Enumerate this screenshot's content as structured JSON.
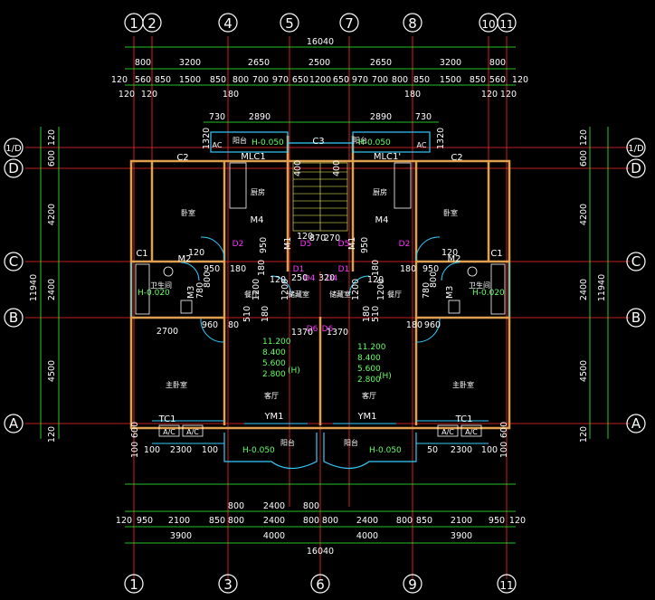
{
  "axes": {
    "top": [
      "1",
      "2",
      "4",
      "5",
      "7",
      "8",
      "10",
      "11"
    ],
    "bottom": [
      "1",
      "3",
      "6",
      "9",
      "11"
    ],
    "left": [
      "1/D",
      "D",
      "C",
      "B",
      "A"
    ],
    "right": [
      "1/D",
      "D",
      "C",
      "B",
      "A"
    ]
  },
  "dims": {
    "total_top": "16040",
    "total_bottom": "16040",
    "top_row1": [
      "800",
      "3200",
      "2650",
      "2500",
      "2650",
      "3200",
      "800"
    ],
    "top_row2": [
      "120",
      "560",
      "850",
      "1500",
      "850",
      "800",
      "700",
      "970",
      "650",
      "1200",
      "650",
      "970",
      "700",
      "800",
      "850",
      "1500",
      "850",
      "560",
      "120"
    ],
    "top_row3": [
      "120",
      "120",
      "180",
      "180",
      "120",
      "120"
    ],
    "top_row4": [
      "730",
      "2890",
      "2890",
      "730"
    ],
    "bottom_row1": [
      "800",
      "2400",
      "800"
    ],
    "bottom_row2": [
      "120",
      "950",
      "2100",
      "850",
      "800",
      "2400",
      "800",
      "800",
      "2400",
      "800",
      "850",
      "2100",
      "950",
      "120"
    ],
    "bottom_row3": [
      "3900",
      "4000",
      "4000",
      "3900"
    ],
    "bottom_above": [
      "100",
      "2300",
      "100",
      "50",
      "2300",
      "100"
    ],
    "left_total": "11940",
    "left_segments": [
      "120",
      "600",
      "4200",
      "2400",
      "4500",
      "120"
    ],
    "right_total": "11940",
    "right_segments": [
      "120",
      "600",
      "4200",
      "2400",
      "4500",
      "120"
    ]
  },
  "rooms": {
    "bedroom_left": "卧室",
    "bedroom_right": "卧室",
    "kitchen_left": "厨房",
    "kitchen_right": "厨房",
    "bath_left": "卫生间",
    "bath_right": "卫生间",
    "storage_left": "储藏室",
    "storage_right": "储藏室",
    "dining_left": "餐厅",
    "dining_right": "餐厅",
    "master_left": "主卧室",
    "master_right": "主卧室",
    "living_left": "客厅",
    "living_right": "客厅",
    "balcony_top_left": "阳台",
    "balcony_top_right": "阳台",
    "balcony_bot_left": "阳台",
    "balcony_bot_right": "阳台"
  },
  "labels": {
    "c3": "C3",
    "c2_l": "C2",
    "c2_r": "C2",
    "c1_l": "C1",
    "c1_r": "C1",
    "mlc1_l": "MLC1",
    "mlc1_r": "MLC1'",
    "m4_l": "M4",
    "m4_r": "M4",
    "m2_l": "M2",
    "m2_r": "M2",
    "m3_l": "M3",
    "m3_r": "M3",
    "m1_l": "M1",
    "m1_r": "M1",
    "tc1_l": "TC1",
    "tc1_r": "TC1",
    "ym1_l": "YM1",
    "ym1_r": "YM1",
    "ac_top_l": "AC",
    "ac_top_r": "AC",
    "ac_bl1": "A/C",
    "ac_bl2": "A/C",
    "ac_br1": "A/C",
    "ac_br2": "A/C",
    "d1_l": "D1",
    "d1_r": "D1",
    "d2_l": "D2",
    "d2_r": "D2",
    "d4_l": "D4",
    "d4_r": "D4",
    "d5_l": "D5",
    "d5_r": "D5",
    "d6_l": "D6",
    "d6_r": "D6"
  },
  "levels": {
    "h_top_l": "H-0.050",
    "h_top_r": "H-0.050",
    "h_bath_l": "H-0.020",
    "h_bath_r": "H-0.020",
    "h_bot_l": "H-0.050",
    "h_bot_r": "H-0.050",
    "stair_l": [
      "11.200",
      "8.400",
      "5.600",
      "2.800"
    ],
    "stair_r": [
      "11.200",
      "8.400",
      "5.600",
      "2.800"
    ],
    "h_mark": "(H)"
  },
  "inner_dims": {
    "d1320_l": "1320",
    "d1320_r": "1320",
    "d400_l": "400",
    "d400_r": "400",
    "d120a": "120",
    "d870": "870",
    "d270": "270",
    "d250": "250",
    "d320": "320",
    "d950_l": "950",
    "d950_r": "950",
    "d180_a": "180",
    "d180_b": "180",
    "d120_c1": "120",
    "d120_c2": "120",
    "d950_m2l": "950",
    "d180_m2l": "180",
    "d950_m2r": "950",
    "d180_m2r": "180",
    "d780_l": "780",
    "d800_l": "800",
    "d780_r": "780",
    "d800_r": "800",
    "d120_s1": "120",
    "d120_s2": "120",
    "d1200_a": "1200",
    "d1200_b": "1200",
    "d1200_c": "1200",
    "d1200_d": "1200",
    "d510_a": "510",
    "d510_b": "510",
    "d180_c": "180",
    "d180_d": "180",
    "d2700": "2700",
    "d960_l": "960",
    "d80_l": "80",
    "d1370_l": "1370",
    "d1370_r": "1370",
    "d180_e": "180",
    "d960_r": "960",
    "d1050_l": "100",
    "d660_l": "600",
    "d1050_r": "100",
    "d660_r": "600"
  }
}
